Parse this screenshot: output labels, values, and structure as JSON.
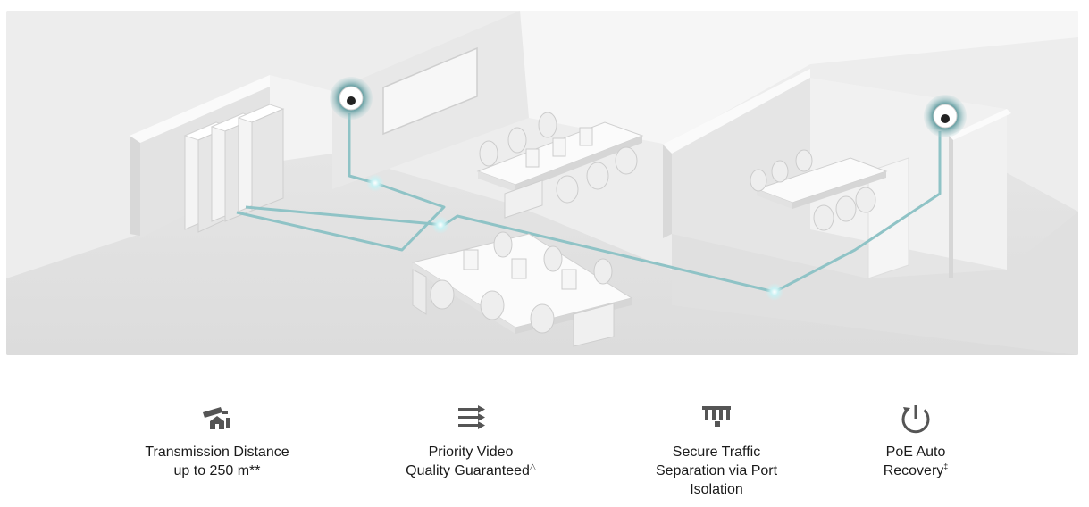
{
  "illustration": {
    "name": "office-network-floorplan"
  },
  "features": [
    {
      "icon": "camera-house-icon",
      "line1": "Transmission Distance",
      "line2": "up to 250 m**",
      "mark": ""
    },
    {
      "icon": "priority-arrows-icon",
      "line1": "Priority Video",
      "line2": "Quality Guaranteed",
      "mark": "△"
    },
    {
      "icon": "port-isolation-icon",
      "line1": "Secure Traffic",
      "line2": "Separation via Port",
      "line3": "Isolation",
      "mark": ""
    },
    {
      "icon": "power-recovery-icon",
      "line1": "PoE Auto",
      "line2": "Recovery",
      "mark": "‡"
    }
  ],
  "colors": {
    "icon": "#555555",
    "text": "#1a1a1a",
    "cable": "#8fc3c6",
    "camera_glow": "#4f8f94"
  }
}
